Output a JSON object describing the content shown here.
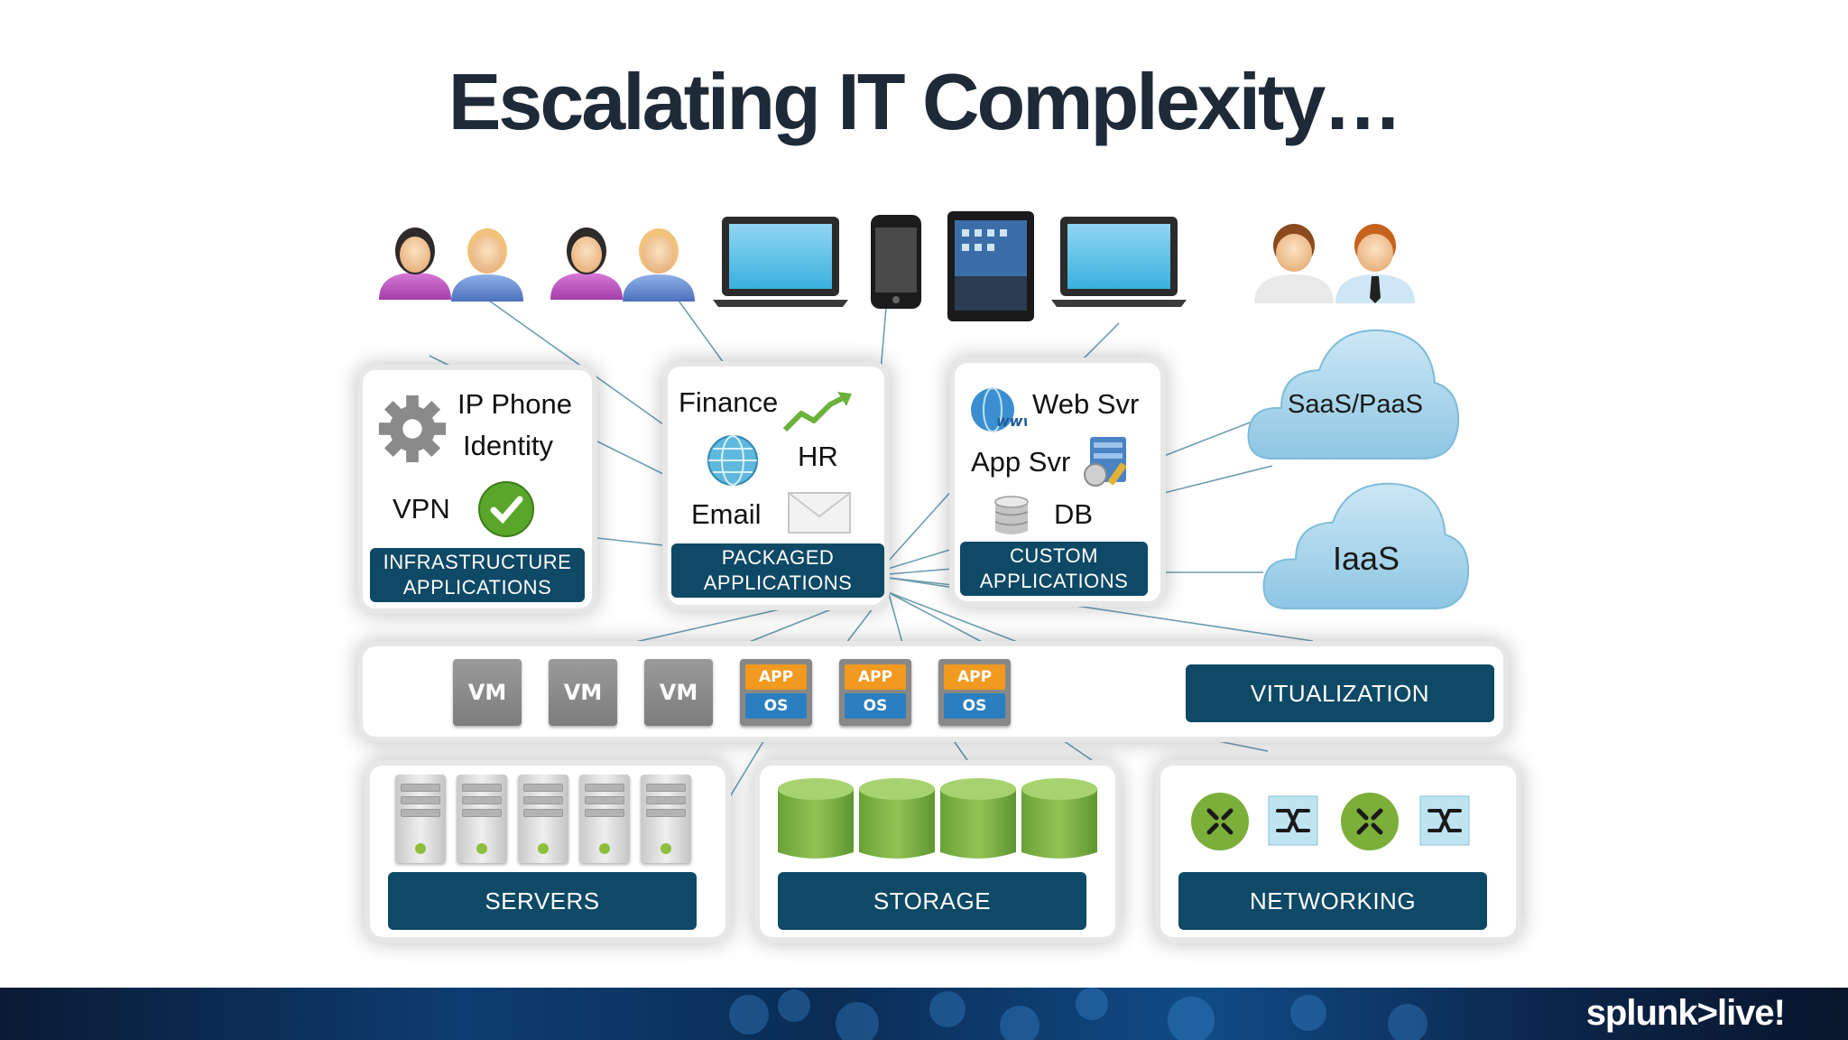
{
  "title": "Escalating IT Complexity…",
  "infrastructure": {
    "items": [
      "IP Phone",
      "Identity",
      "VPN"
    ],
    "band": "INFRASTRUCTURE\nAPPLICATIONS"
  },
  "packaged": {
    "items": [
      "Finance",
      "HR",
      "Email"
    ],
    "band": "PACKAGED\nAPPLICATIONS"
  },
  "custom": {
    "items": [
      "Web Svr",
      "App Svr",
      "DB"
    ],
    "band": "CUSTOM\nAPPLICATIONS"
  },
  "clouds": [
    "SaaS/PaaS",
    "IaaS"
  ],
  "virtualization": {
    "vm_label": "VM",
    "app_label": "APP",
    "os_label": "OS",
    "band": "VITUALIZATION"
  },
  "servers": {
    "band": "SERVERS"
  },
  "storage": {
    "band": "STORAGE"
  },
  "networking": {
    "band": "NETWORKING"
  },
  "brand": "splunk>live!",
  "colors": {
    "band": "#0e4966",
    "title": "#1f2a38",
    "cloud": "#a9d4ea",
    "disk": "#7fb24a",
    "router": "#7cae3a"
  }
}
